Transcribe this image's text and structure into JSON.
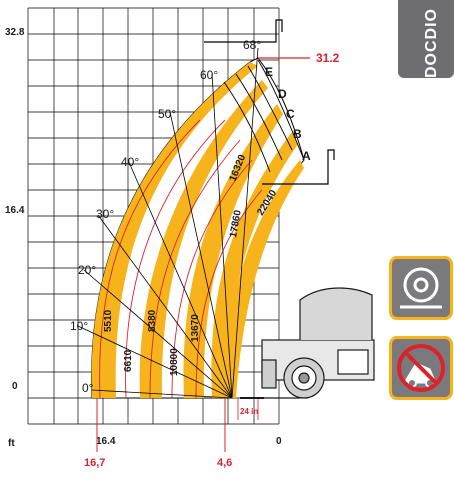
{
  "axes": {
    "y_tick_top": "32.8",
    "y_tick_mid": "16.4",
    "y_tick_zero": "0",
    "x_tick_left": "16.4",
    "x_tick_zero": "0",
    "unit": "ft",
    "bottom_left_red": "16,7",
    "bottom_mid_red": "4,6",
    "top_right_red": "31.2"
  },
  "angles": [
    "68°",
    "60°",
    "50°",
    "40°",
    "30°",
    "20°",
    "10°",
    "0°"
  ],
  "extensions": [
    "A",
    "B",
    "C",
    "D",
    "E"
  ],
  "capacities": [
    "5510",
    "6610",
    "8380",
    "10800",
    "13670",
    "16320",
    "17860",
    "22040"
  ],
  "clearance_label": "24 in",
  "side_tab_text": "DOCDIO",
  "icons": [
    "stabilizer-pad-icon",
    "no-tipping-icon"
  ],
  "colors": {
    "band": "#f6b31c",
    "red": "#d9232e",
    "grid": "#000000",
    "tab": "#6e6e70"
  }
}
